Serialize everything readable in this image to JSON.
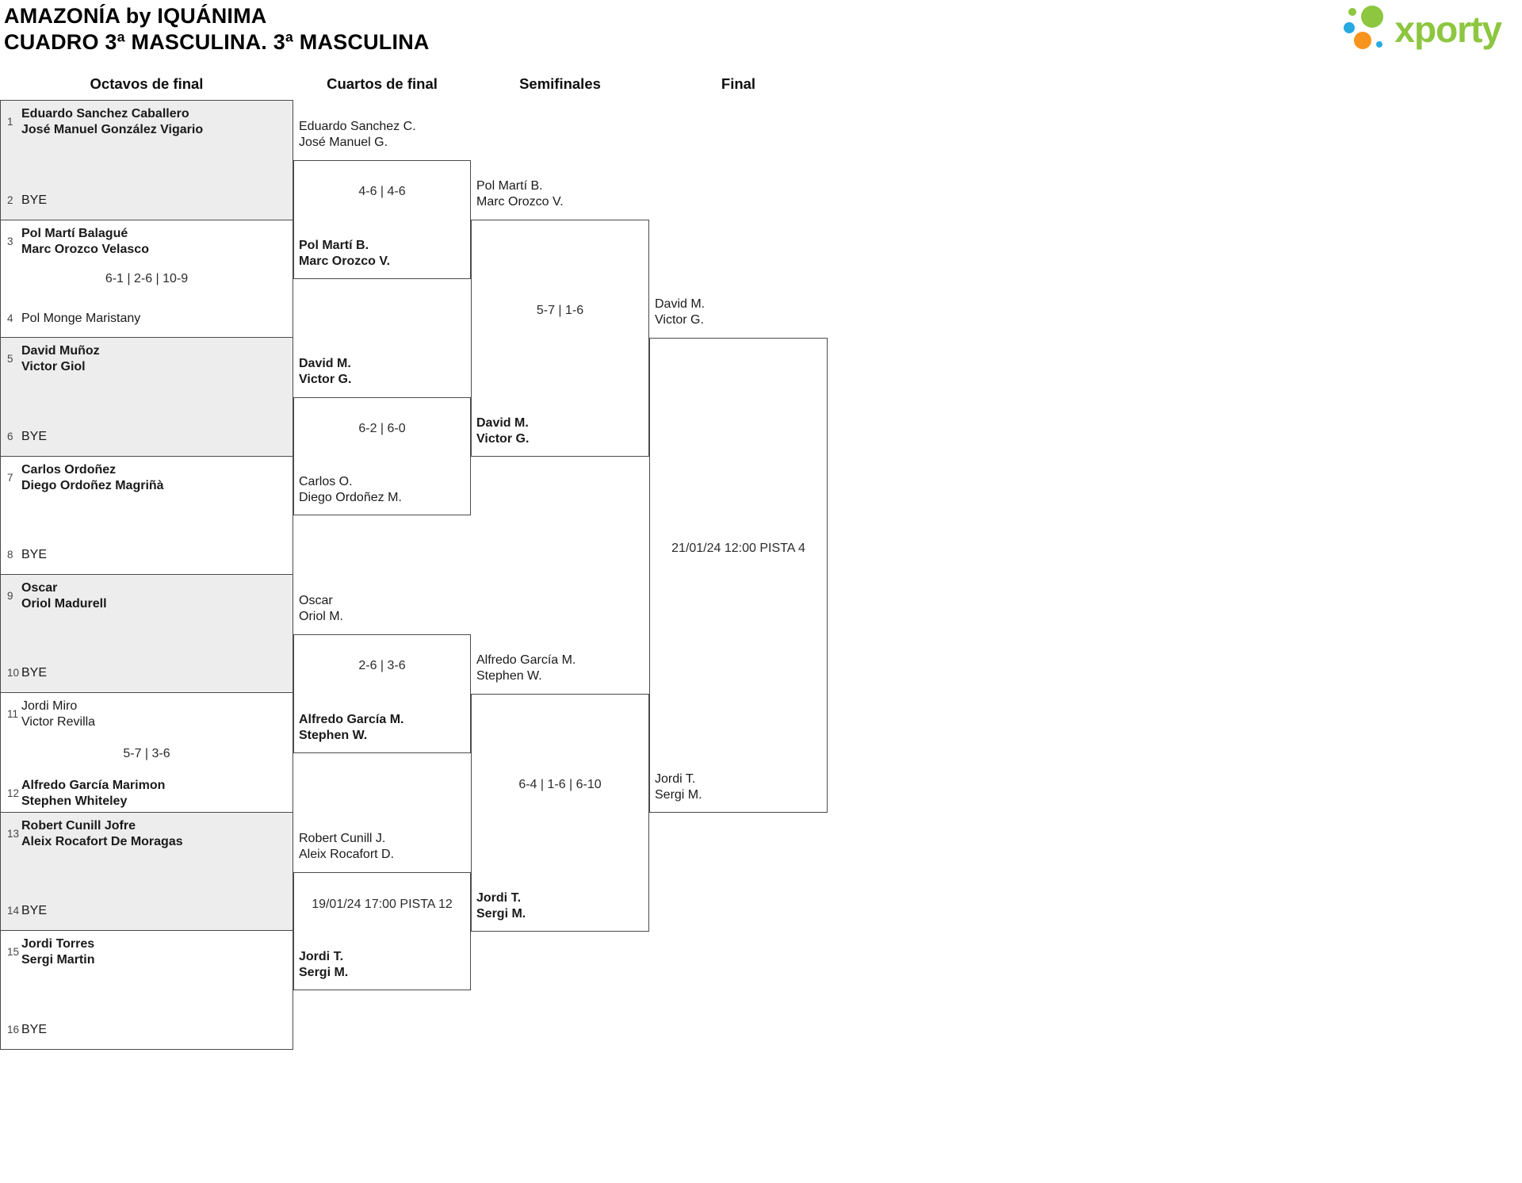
{
  "header": {
    "title": "AMAZONÍA by IQUÁNIMA",
    "subtitle": "CUADRO 3ª MASCULINA. 3ª MASCULINA",
    "logo": {
      "text": "xporty",
      "green": "#8dc63f",
      "orange": "#f7941e",
      "blue": "#27aae1"
    }
  },
  "columns": {
    "r16": "Octavos de final",
    "qf": "Cuartos de final",
    "sf": "Semifinales",
    "final": "Final"
  },
  "r16": {
    "b1": {
      "n1": "1",
      "t1a": "Eduardo Sanchez Caballero",
      "t1b": "José Manuel González Vigario",
      "n2": "2",
      "t2a": "BYE"
    },
    "b2": {
      "n1": "3",
      "t1a": "Pol Martí Balagué",
      "t1b": "Marc Orozco Velasco",
      "score": "6-1 | 2-6 | 10-9",
      "n2": "4",
      "t2a": "Pol Monge Maristany"
    },
    "b3": {
      "n1": "5",
      "t1a": "David Muñoz",
      "t1b": "Victor Giol",
      "n2": "6",
      "t2a": "BYE"
    },
    "b4": {
      "n1": "7",
      "t1a": "Carlos Ordoñez",
      "t1b": "Diego Ordoñez Magriñà",
      "n2": "8",
      "t2a": "BYE"
    },
    "b5": {
      "n1": "9",
      "t1a": "Oscar",
      "t1b": "Oriol Madurell",
      "n2": "10",
      "t2a": "BYE"
    },
    "b6": {
      "n1": "11",
      "t1a": "Jordi Miro",
      "t1b": "Victor Revilla",
      "score": "5-7 | 3-6",
      "n2": "12",
      "t2a": "Alfredo García Marimon",
      "t2b": "Stephen Whiteley"
    },
    "b7": {
      "n1": "13",
      "t1a": "Robert Cunill Jofre",
      "t1b": "Aleix Rocafort De Moragas",
      "n2": "14",
      "t2a": "BYE"
    },
    "b8": {
      "n1": "15",
      "t1a": "Jordi Torres",
      "t1b": "Sergi Martin",
      "n2": "16",
      "t2a": "BYE"
    }
  },
  "qf": {
    "m1": {
      "t1a": "Eduardo Sanchez C.",
      "t1b": "José Manuel G.",
      "score": "4-6 | 4-6",
      "t2a": "Pol Martí B.",
      "t2b": "Marc Orozco V."
    },
    "m2": {
      "t1a": "David M.",
      "t1b": "Victor G.",
      "score": "6-2 | 6-0",
      "t2a": "Carlos O.",
      "t2b": "Diego Ordoñez M."
    },
    "m3": {
      "t1a": "Oscar",
      "t1b": "Oriol M.",
      "score": "2-6 | 3-6",
      "t2a": "Alfredo García M.",
      "t2b": "Stephen W."
    },
    "m4": {
      "t1a": "Robert Cunill J.",
      "t1b": "Aleix Rocafort D.",
      "score": "19/01/24 17:00 PISTA 12",
      "t2a": "Jordi T.",
      "t2b": "Sergi M."
    }
  },
  "sf": {
    "m1": {
      "t1a": "Pol Martí B.",
      "t1b": "Marc Orozco V.",
      "score": "5-7 | 1-6",
      "t2a": "David M.",
      "t2b": "Victor G."
    },
    "m2": {
      "t1a": "Alfredo García M.",
      "t1b": "Stephen W.",
      "score": "6-4 | 1-6 | 6-10",
      "t2a": "Jordi T.",
      "t2b": "Sergi M."
    }
  },
  "final": {
    "t1a": "David M.",
    "t1b": "Victor G.",
    "info": "21/01/24 12:00 PISTA 4",
    "t2a": "Jordi T.",
    "t2b": "Sergi M."
  }
}
